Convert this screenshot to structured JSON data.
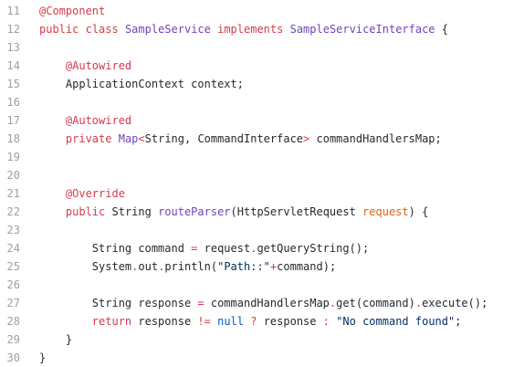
{
  "editor": {
    "lines": [
      {
        "num": "11",
        "indent": "",
        "tokens": [
          {
            "t": "ann",
            "v": "@Component"
          }
        ]
      },
      {
        "num": "12",
        "indent": "",
        "tokens": [
          {
            "t": "kw",
            "v": "public"
          },
          {
            "t": "plain",
            "v": " "
          },
          {
            "t": "kw",
            "v": "class"
          },
          {
            "t": "plain",
            "v": " "
          },
          {
            "t": "type",
            "v": "SampleService"
          },
          {
            "t": "plain",
            "v": " "
          },
          {
            "t": "kw",
            "v": "implements"
          },
          {
            "t": "plain",
            "v": " "
          },
          {
            "t": "type",
            "v": "SampleServiceInterface"
          },
          {
            "t": "plain",
            "v": " {"
          }
        ]
      },
      {
        "num": "13",
        "indent": "",
        "tokens": []
      },
      {
        "num": "14",
        "indent": "    ",
        "tokens": [
          {
            "t": "ann",
            "v": "@Autowired"
          }
        ]
      },
      {
        "num": "15",
        "indent": "    ",
        "tokens": [
          {
            "t": "plain",
            "v": "ApplicationContext context;"
          }
        ]
      },
      {
        "num": "16",
        "indent": "",
        "tokens": []
      },
      {
        "num": "17",
        "indent": "    ",
        "tokens": [
          {
            "t": "ann",
            "v": "@Autowired"
          }
        ]
      },
      {
        "num": "18",
        "indent": "    ",
        "tokens": [
          {
            "t": "kw",
            "v": "private"
          },
          {
            "t": "plain",
            "v": " "
          },
          {
            "t": "type",
            "v": "Map"
          },
          {
            "t": "op",
            "v": "<"
          },
          {
            "t": "plain",
            "v": "String, CommandInterface"
          },
          {
            "t": "op",
            "v": ">"
          },
          {
            "t": "plain",
            "v": " commandHandlersMap;"
          }
        ]
      },
      {
        "num": "19",
        "indent": "",
        "tokens": []
      },
      {
        "num": "20",
        "indent": "",
        "tokens": []
      },
      {
        "num": "21",
        "indent": "    ",
        "tokens": [
          {
            "t": "ann",
            "v": "@Override"
          }
        ]
      },
      {
        "num": "22",
        "indent": "    ",
        "tokens": [
          {
            "t": "kw",
            "v": "public"
          },
          {
            "t": "plain",
            "v": " String "
          },
          {
            "t": "fn",
            "v": "routeParser"
          },
          {
            "t": "plain",
            "v": "(HttpServletRequest "
          },
          {
            "t": "param",
            "v": "request"
          },
          {
            "t": "plain",
            "v": ") {"
          }
        ]
      },
      {
        "num": "23",
        "indent": "",
        "tokens": []
      },
      {
        "num": "24",
        "indent": "        ",
        "tokens": [
          {
            "t": "plain",
            "v": "String command "
          },
          {
            "t": "op",
            "v": "="
          },
          {
            "t": "plain",
            "v": " request"
          },
          {
            "t": "op",
            "v": "."
          },
          {
            "t": "plain",
            "v": "getQueryString();"
          }
        ]
      },
      {
        "num": "25",
        "indent": "        ",
        "tokens": [
          {
            "t": "plain",
            "v": "System"
          },
          {
            "t": "op",
            "v": "."
          },
          {
            "t": "plain",
            "v": "out"
          },
          {
            "t": "op",
            "v": "."
          },
          {
            "t": "plain",
            "v": "println("
          },
          {
            "t": "str",
            "v": "\"Path::\""
          },
          {
            "t": "op",
            "v": "+"
          },
          {
            "t": "plain",
            "v": "command);"
          }
        ]
      },
      {
        "num": "26",
        "indent": "",
        "tokens": []
      },
      {
        "num": "27",
        "indent": "        ",
        "tokens": [
          {
            "t": "plain",
            "v": "String response "
          },
          {
            "t": "op",
            "v": "="
          },
          {
            "t": "plain",
            "v": " commandHandlersMap"
          },
          {
            "t": "op",
            "v": "."
          },
          {
            "t": "plain",
            "v": "get(command)"
          },
          {
            "t": "op",
            "v": "."
          },
          {
            "t": "plain",
            "v": "execute();"
          }
        ]
      },
      {
        "num": "28",
        "indent": "        ",
        "tokens": [
          {
            "t": "kw",
            "v": "return"
          },
          {
            "t": "plain",
            "v": " response "
          },
          {
            "t": "op",
            "v": "!="
          },
          {
            "t": "plain",
            "v": " "
          },
          {
            "t": "lit",
            "v": "null"
          },
          {
            "t": "plain",
            "v": " "
          },
          {
            "t": "op",
            "v": "?"
          },
          {
            "t": "plain",
            "v": " response "
          },
          {
            "t": "op",
            "v": ":"
          },
          {
            "t": "plain",
            "v": " "
          },
          {
            "t": "str",
            "v": "\"No command found\""
          },
          {
            "t": "plain",
            "v": ";"
          }
        ]
      },
      {
        "num": "29",
        "indent": "    ",
        "tokens": [
          {
            "t": "plain",
            "v": "}"
          }
        ]
      },
      {
        "num": "30",
        "indent": "",
        "tokens": [
          {
            "t": "plain",
            "v": "}"
          }
        ]
      }
    ]
  },
  "colors": {
    "annotation": "#d73a49",
    "keyword": "#d73a49",
    "type": "#6f42c1",
    "string": "#032f62",
    "literal": "#005cc5",
    "parameter": "#e36209",
    "text": "#24292e",
    "gutter": "#9aa0a6",
    "background": "#ffffff"
  }
}
